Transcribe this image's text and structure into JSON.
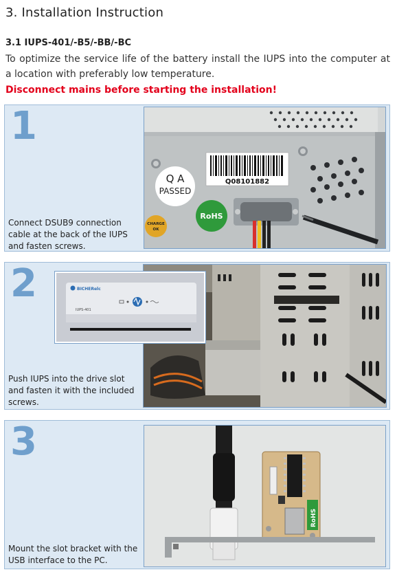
{
  "section": {
    "title": "3.  Installation Instruction",
    "subtitle": "3.1  IUPS-401/-B5/-BB/-BC",
    "intro": "To optimize the service life of the battery install the IUPS into the computer at a location with preferably low temperature.",
    "warning": "Disconnect mains before starting the installation!"
  },
  "steps": [
    {
      "number": "1",
      "caption": "Connect DSUB9 connection cable at the back of the IUPS and fasten screws.",
      "photo_labels": {
        "barcode": "Q08101882",
        "qa_line1": "Q A",
        "qa_line2": "PASSED",
        "rohs": "RoHS",
        "charge_line1": "CHARGE",
        "charge_line2": "OK"
      }
    },
    {
      "number": "2",
      "caption": "Push IUPS into the drive slot and fasten it with the included screws.",
      "photo_labels": {
        "brand": "BICHERelc",
        "model": "IUPS-401"
      }
    },
    {
      "number": "3",
      "caption": "Mount the slot bracket with the USB interface to the PC.",
      "photo_labels": {
        "rohs": "RoHS"
      }
    }
  ],
  "colors": {
    "accent_blue": "#6f9fcc",
    "panel_bg": "#dde9f4",
    "warning_red": "#e3001b"
  }
}
